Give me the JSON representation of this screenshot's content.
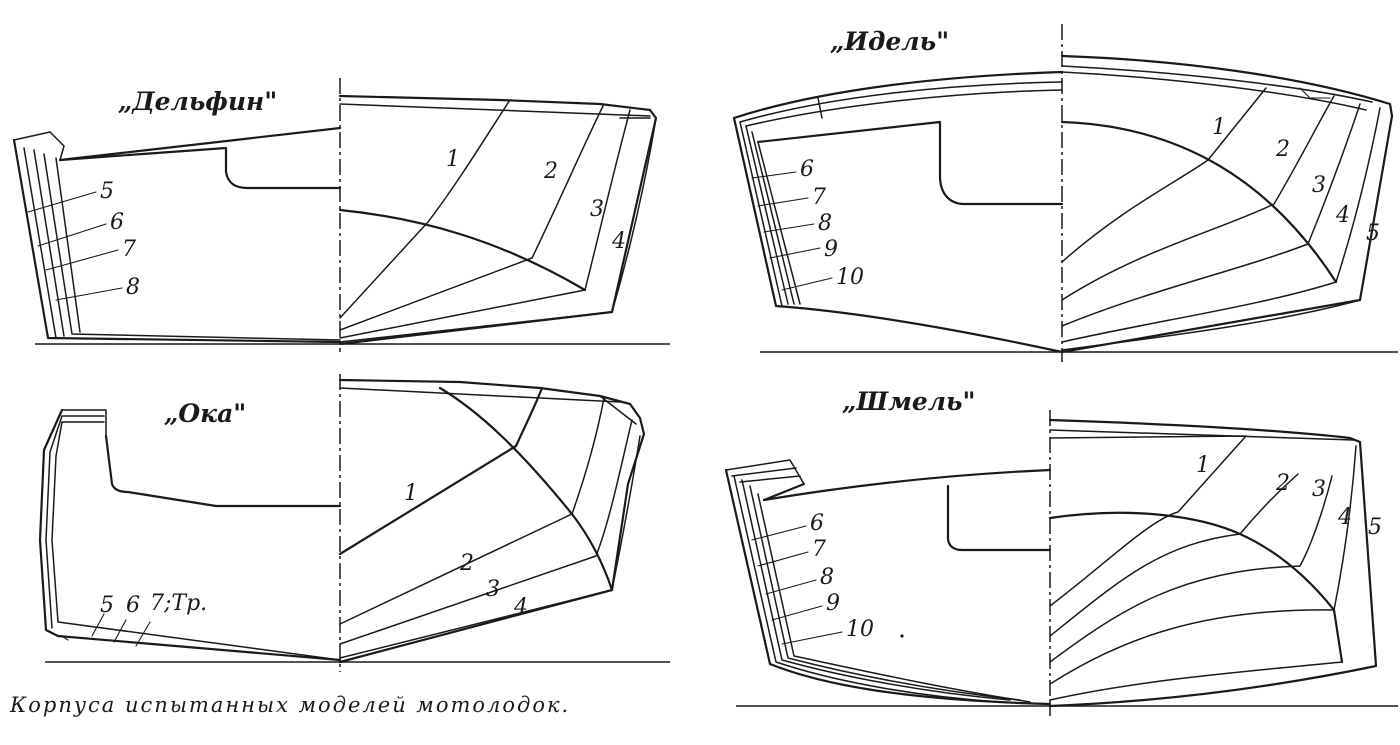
{
  "caption": "Корпуса испытанных моделей мотолодок.",
  "models": [
    {
      "title": "„Дельфин\"",
      "left_labels": [
        "5",
        "6",
        "7",
        "8"
      ],
      "right_labels": [
        "1",
        "2",
        "3",
        "4"
      ]
    },
    {
      "title": "„Ока\"",
      "left_labels": [
        "5",
        "6",
        "7;Тр."
      ],
      "right_labels": [
        "1",
        "2",
        "3",
        "4"
      ]
    },
    {
      "title": "„Идель\"",
      "left_labels": [
        "6",
        "7",
        "8",
        "9",
        "10"
      ],
      "right_labels": [
        "1",
        "2",
        "3",
        "4",
        "5"
      ]
    },
    {
      "title": "„Шмель\"",
      "left_labels": [
        "6",
        "7",
        "8",
        "9",
        "10"
      ],
      "right_labels": [
        "1",
        "2",
        "3",
        "4",
        "5"
      ]
    }
  ]
}
